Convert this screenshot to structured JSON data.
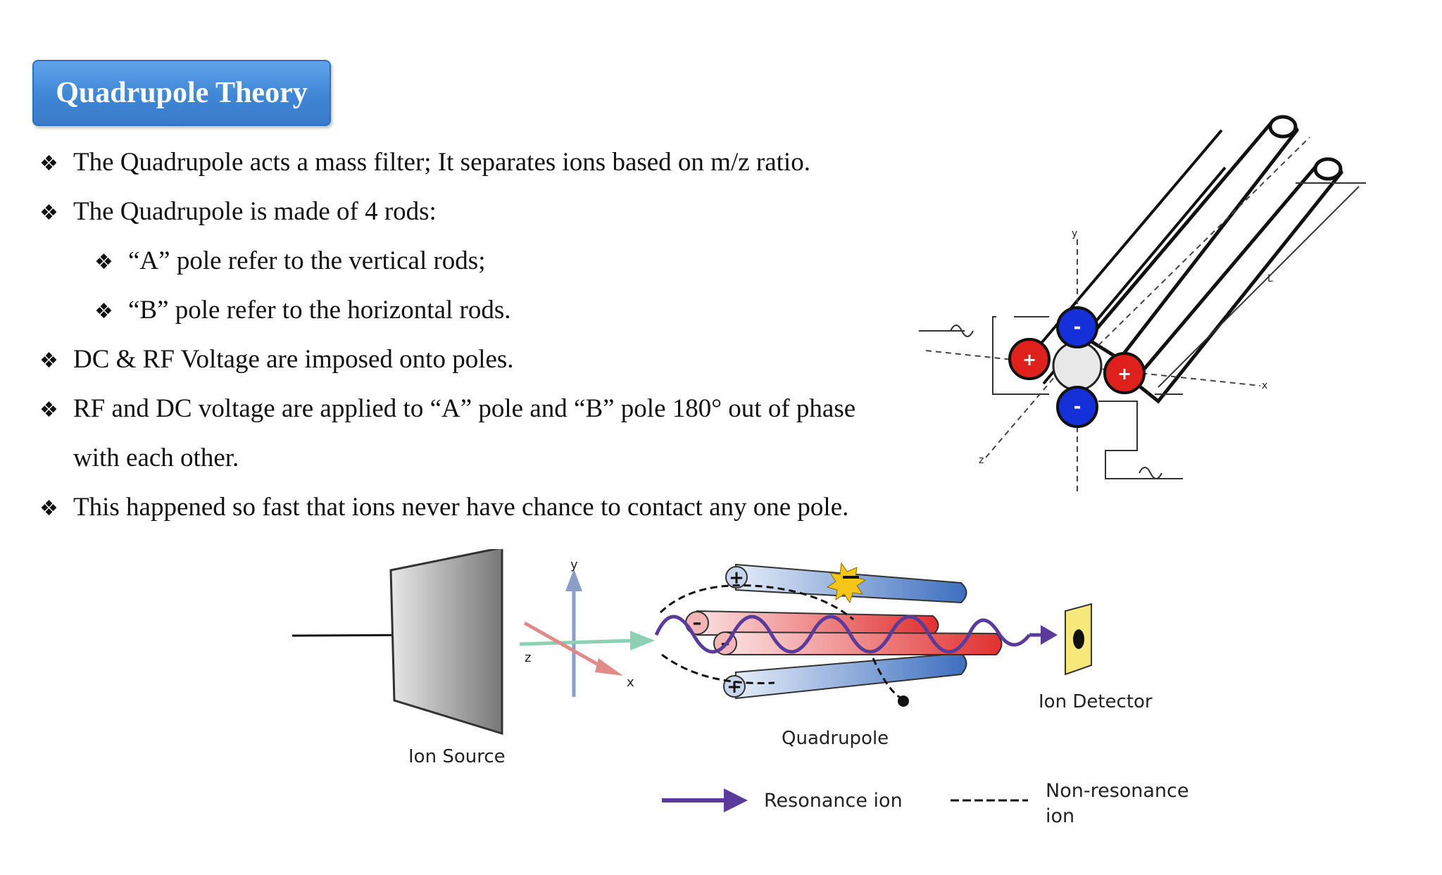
{
  "title": "Quadrupole Theory",
  "bullets": [
    {
      "text": "The Quadrupole acts a mass filter; It separates ions based on m/z ratio.",
      "level": 1
    },
    {
      "text": "The Quadrupole is made of 4 rods:",
      "level": 1
    },
    {
      "text": "“A” pole refer to the vertical rods;",
      "level": 2
    },
    {
      "text": "“B” pole refer to the horizontal rods.",
      "level": 2
    },
    {
      "text": "DC & RF Voltage are imposed onto poles.",
      "level": 1
    },
    {
      "text": "RF and DC voltage are applied to “A” pole and “B” pole 180° out of phase",
      "level": 1
    },
    {
      "text": "with each other.",
      "level": 0
    },
    {
      "text": "This happened so fast that ions never have chance to contact any one pole.",
      "level": 1
    }
  ],
  "bullet_symbol": "❖",
  "top_figure": {
    "plus": "+",
    "minus": "-",
    "axis_x": "x",
    "axis_y": "y",
    "axis_z": "z",
    "length": "L",
    "colors": {
      "positive": "#e0201c",
      "negative": "#1530d8"
    }
  },
  "bottom_figure": {
    "ion_source": "Ion Source",
    "quadrupole": "Quadrupole",
    "ion_detector": "Ion Detector",
    "axis_x": "x",
    "axis_y": "y",
    "axis_z": "z",
    "plus": "+",
    "minus": "–",
    "legend_resonance": "Resonance ion",
    "legend_nonresonance_1": "Non-resonance",
    "legend_nonresonance_2": "ion",
    "colors": {
      "resonance": "#5a3a9a",
      "rod_red": "#e23030",
      "rod_blue": "#3d6fc0"
    }
  }
}
